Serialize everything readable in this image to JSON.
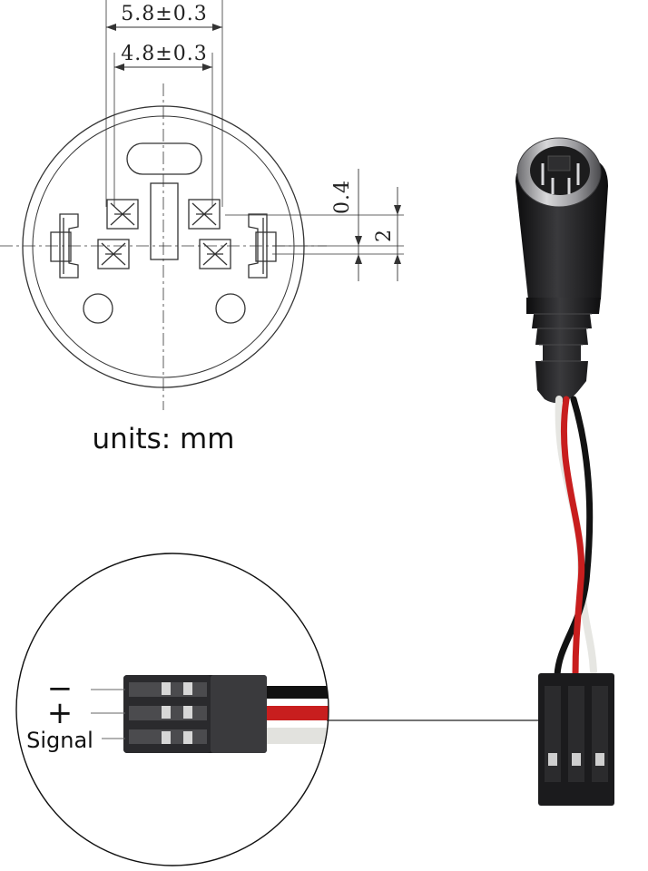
{
  "dimensions": {
    "outer_width": "5.8±0.3",
    "inner_width": "4.8±0.3",
    "pin_offset": "0.4",
    "pin_pitch": "2"
  },
  "units_label": "units: mm",
  "pin_labels": {
    "minus": "−",
    "plus": "+",
    "signal": "Signal"
  },
  "colors": {
    "drawing_line": "#333333",
    "wire_red": "#c81e1e",
    "wire_black": "#111111",
    "wire_white": "#e8e8e4",
    "connector_body": "#1b1b1d"
  }
}
